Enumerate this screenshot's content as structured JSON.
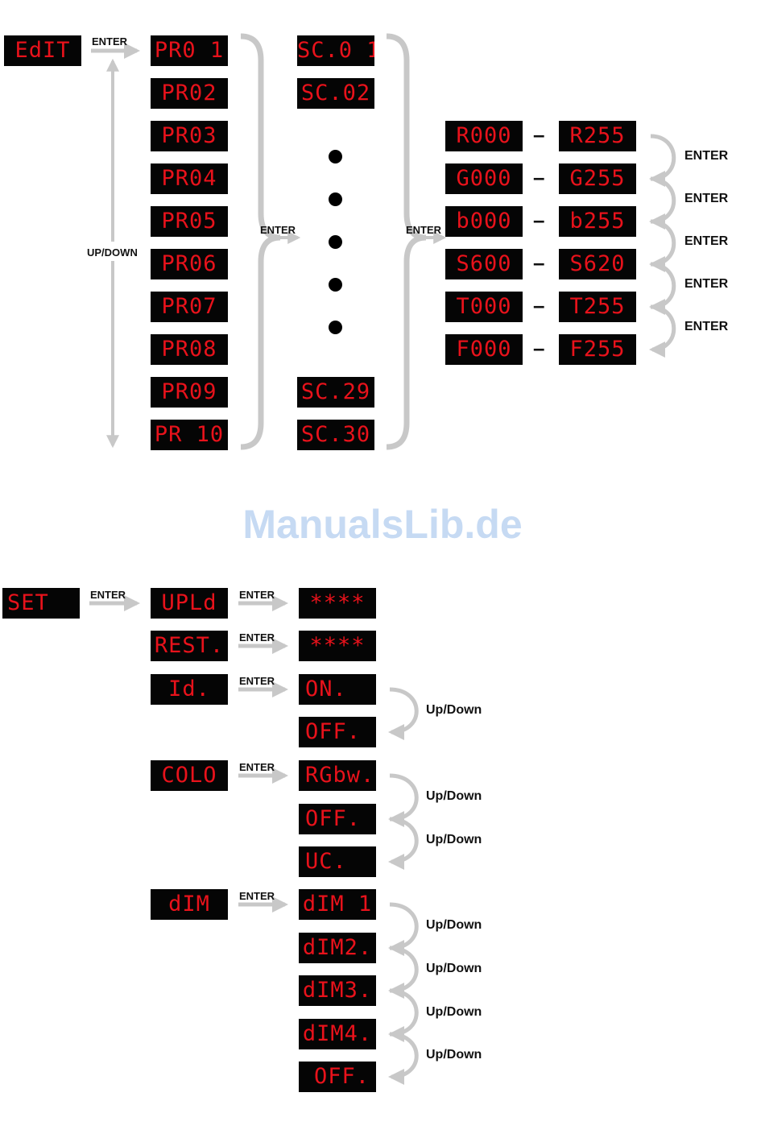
{
  "edit": {
    "root": "EdIT",
    "enter_label": "ENTER",
    "updown_label": "UP/DOWN",
    "programs": [
      "PR0 1",
      "PR02",
      "PR03",
      "PR04",
      "PR05",
      "PR06",
      "PR07",
      "PR08",
      "PR09",
      "PR 10"
    ],
    "scenes": [
      "SC.0 1",
      "SC.02",
      "SC.29",
      "SC.30"
    ],
    "enter_programs_to_scenes": "ENTER",
    "enter_scenes_to_values": "ENTER",
    "value_rows": [
      {
        "min": "R000",
        "max": "R255"
      },
      {
        "min": "G000",
        "max": "G255"
      },
      {
        "min": "b000",
        "max": "b255"
      },
      {
        "min": "S600",
        "max": "S620"
      },
      {
        "min": "T000",
        "max": "T255"
      },
      {
        "min": "F000",
        "max": "F255"
      }
    ],
    "value_cycle_labels": [
      "ENTER",
      "ENTER",
      "ENTER",
      "ENTER",
      "ENTER"
    ]
  },
  "set": {
    "root": "SET",
    "enter_label": "ENTER",
    "items": [
      {
        "label": "UPLd",
        "enter": "ENTER",
        "options": [
          "****"
        ],
        "cycle": []
      },
      {
        "label": "REST.",
        "enter": "ENTER",
        "options": [
          "****"
        ],
        "cycle": []
      },
      {
        "label": "Id.",
        "enter": "ENTER",
        "options": [
          "ON.",
          "OFF."
        ],
        "cycle": [
          "Up/Down"
        ]
      },
      {
        "label": "COLO",
        "enter": "ENTER",
        "options": [
          "RGbw.",
          "OFF.",
          "UC."
        ],
        "cycle": [
          "Up/Down",
          "Up/Down"
        ]
      },
      {
        "label": "dIM",
        "enter": "ENTER",
        "options": [
          "dIM 1",
          "dIM2.",
          "dIM3.",
          "dIM4.",
          "OFF."
        ],
        "cycle": [
          "Up/Down",
          "Up/Down",
          "Up/Down",
          "Up/Down"
        ]
      }
    ]
  },
  "watermark": "ManualsLib.de",
  "colors": {
    "display_bg": "#050505",
    "display_text": "#e8121b",
    "arrow": "#c8c8c8",
    "watermark": "#c6daf3"
  }
}
